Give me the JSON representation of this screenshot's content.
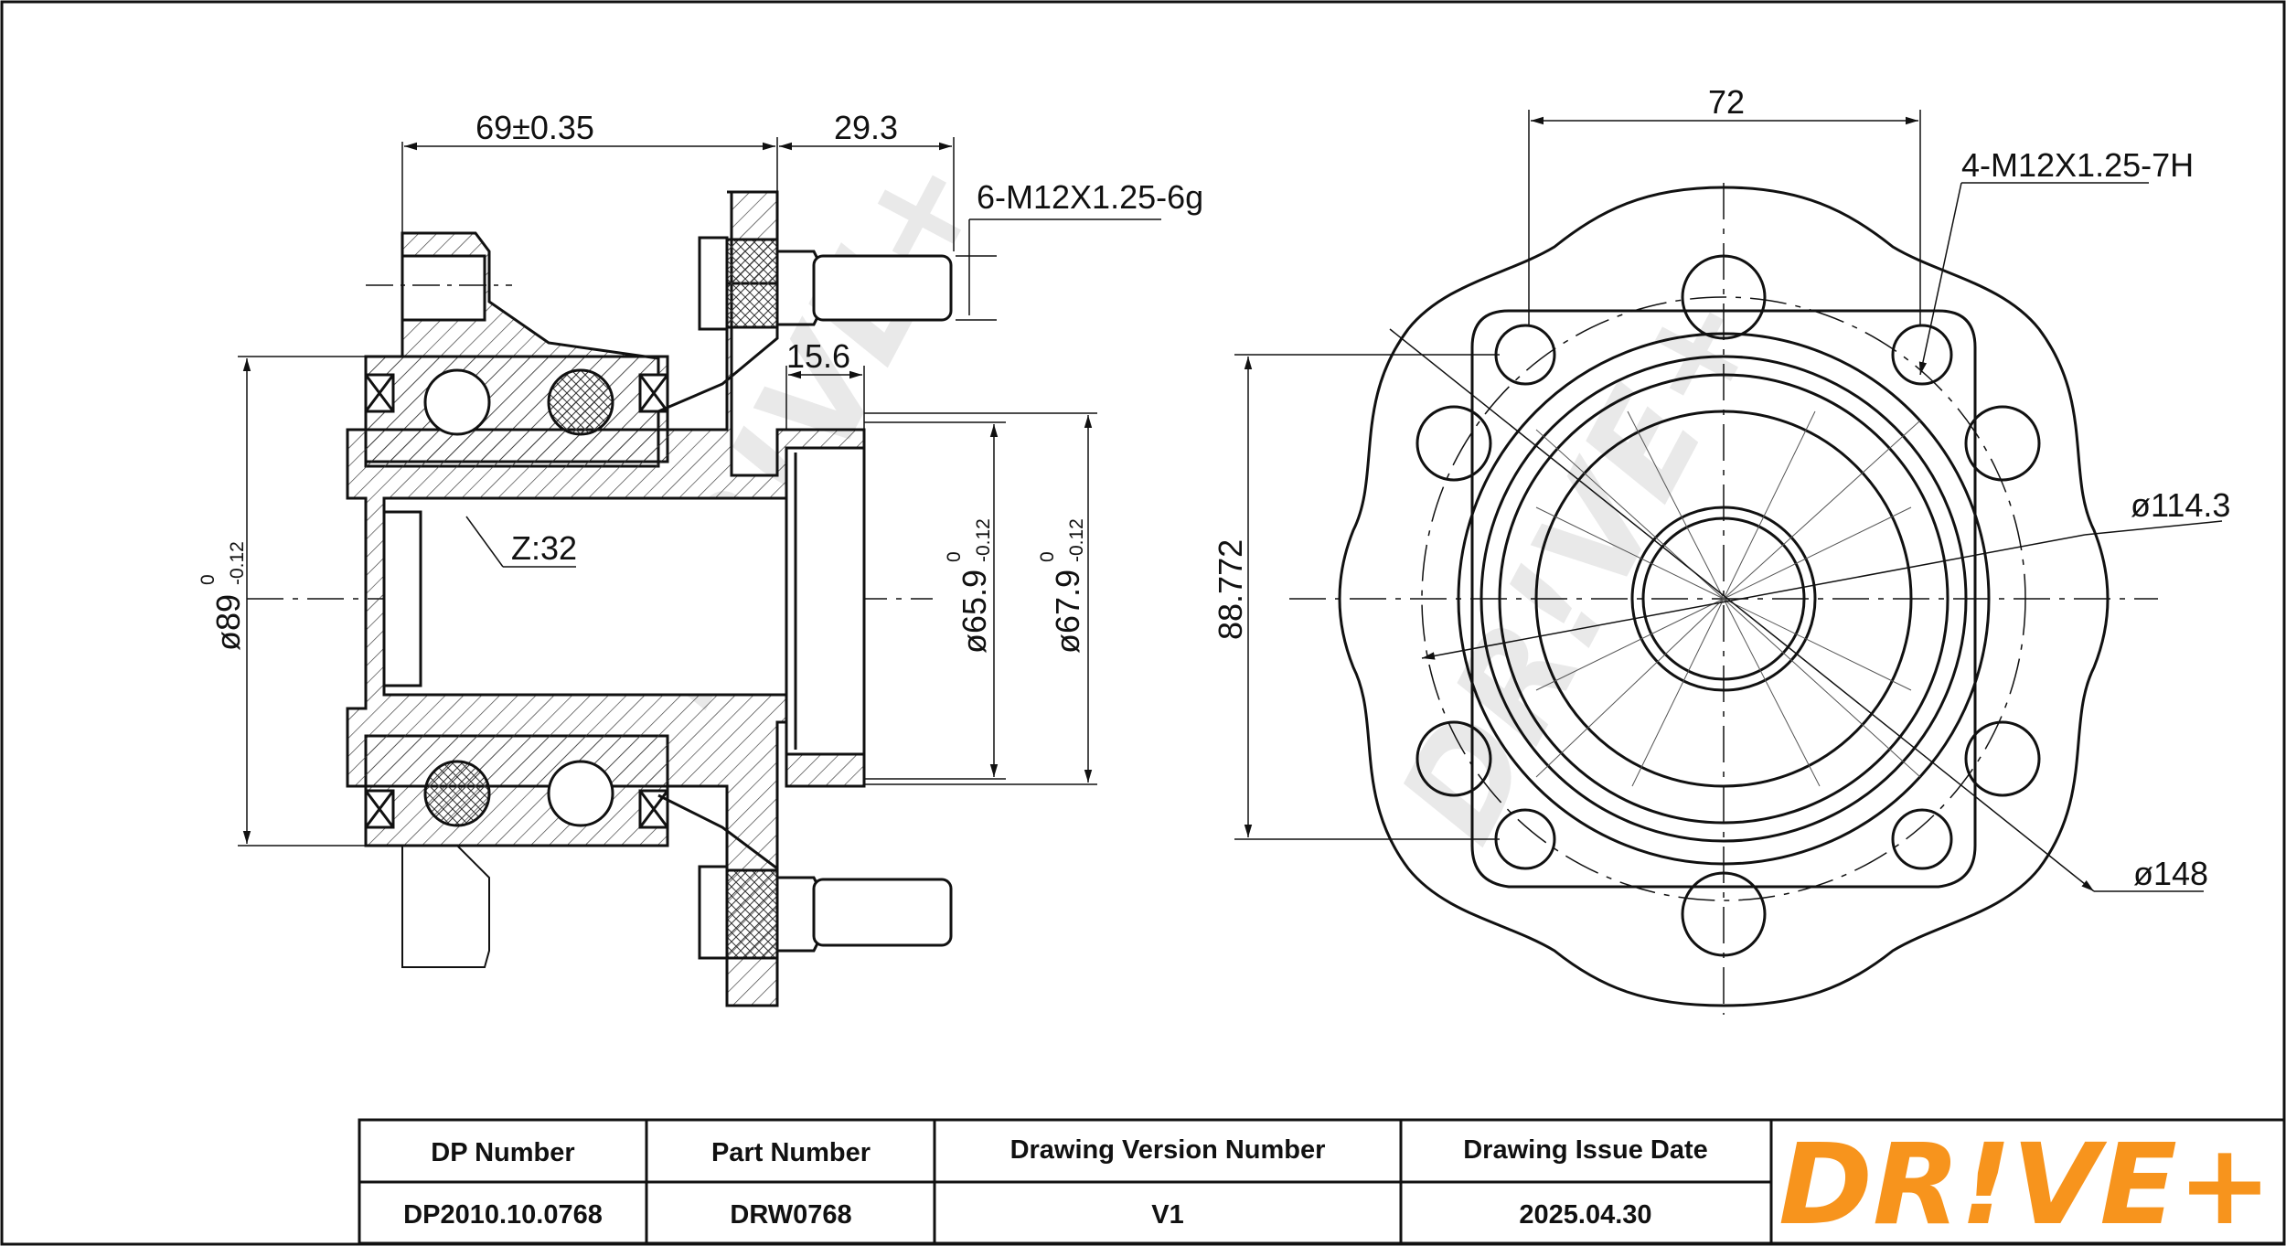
{
  "drawing": {
    "side_view": {
      "dim_width": "69±0.35",
      "dim_flange_offset": "29.3",
      "dim_stud_thread": "6-M12X1.25-6g",
      "dim_pilot": "15.6",
      "dim_spline": "Z:32",
      "dim_outer_dia": "ø89",
      "dim_outer_dia_tol_upper": "0",
      "dim_outer_dia_tol_lower": "-0.12",
      "dim_bore_a": "ø65.9",
      "dim_bore_a_tol_upper": "0",
      "dim_bore_a_tol_lower": "-0.12",
      "dim_bore_b": "ø67.9",
      "dim_bore_b_tol_upper": "0",
      "dim_bore_b_tol_lower": "-0.12"
    },
    "front_view": {
      "dim_bolt_spacing": "72",
      "dim_mount_thread": "4-M12X1.25-7H",
      "dim_pcd": "ø114.3",
      "dim_height": "88.772",
      "dim_flange_dia": "ø148"
    },
    "watermark": "DR!VE+"
  },
  "title_block": {
    "headers": [
      "DP Number",
      "Part Number",
      "Drawing Version Number",
      "Drawing Issue Date"
    ],
    "values": [
      "DP2010.10.0768",
      "DRW0768",
      "V1",
      "2025.04.30"
    ],
    "logo_text": "DR!VE+",
    "logo_color": "#f7941d"
  }
}
